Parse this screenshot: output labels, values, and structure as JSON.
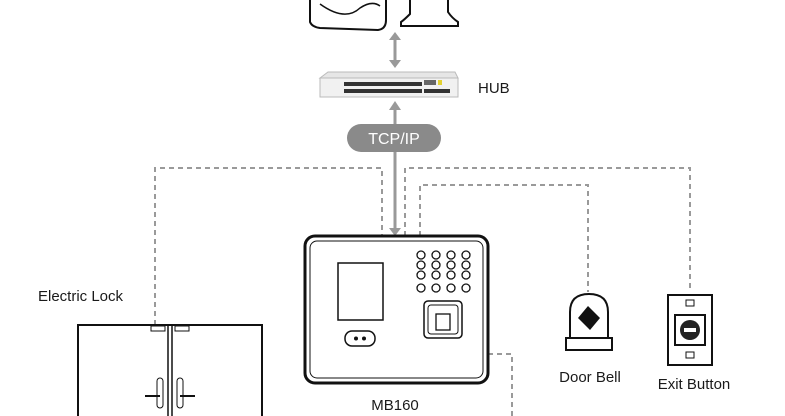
{
  "labels": {
    "hub": "HUB",
    "protocol": "TCP/IP",
    "device": "MB160",
    "electric_lock": "Electric Lock",
    "door_bell": "Door Bell",
    "exit_button": "Exit Button"
  },
  "colors": {
    "connection": "#9a9a9a",
    "pill": "#8a8a8a",
    "outline": "#111111"
  }
}
